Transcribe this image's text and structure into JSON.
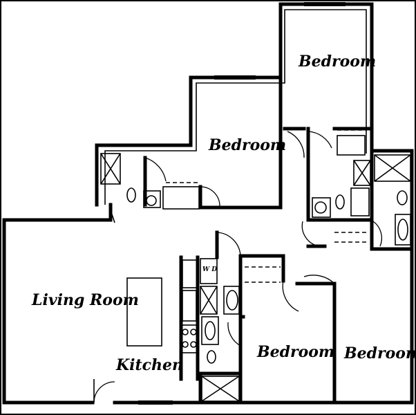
{
  "rooms": {
    "bedroom_top_right": "Bedroom",
    "bedroom_upper_middle": "Bedroom",
    "living_room": "Living Room",
    "kitchen": "Kitchen",
    "bedroom_lower_middle": "Bedroom",
    "bedroom_lower_right": "Bedroom"
  },
  "fixtures": {
    "washer_dryer_label": "W D"
  }
}
